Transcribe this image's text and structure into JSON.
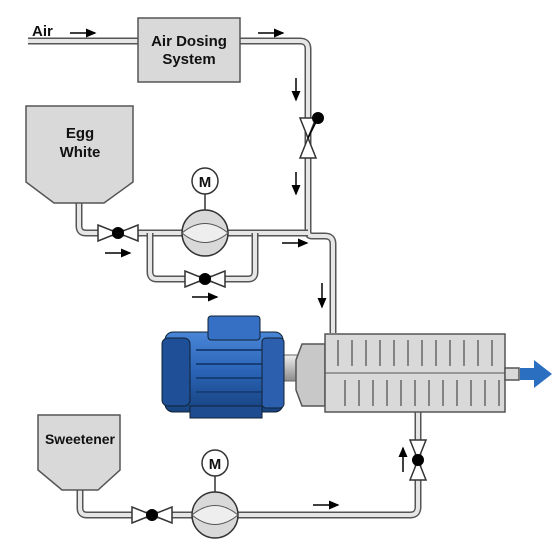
{
  "labels": {
    "air": "Air",
    "air_dosing_line1": "Air Dosing",
    "air_dosing_line2": "System",
    "egg_line1": "Egg",
    "egg_line2": "White",
    "sweetener": "Sweetener",
    "motor_symbol": "M"
  },
  "colors": {
    "motor_blue": "#2a63b5",
    "outlet_arrow": "#2a6fc0",
    "equipment_gray": "#d9d9d9",
    "pipe_outline": "#555555"
  },
  "icons": [
    "valve-icon",
    "pump-icon",
    "motor-icon",
    "flow-arrow-icon",
    "hopper-icon",
    "mixing-head-icon"
  ]
}
